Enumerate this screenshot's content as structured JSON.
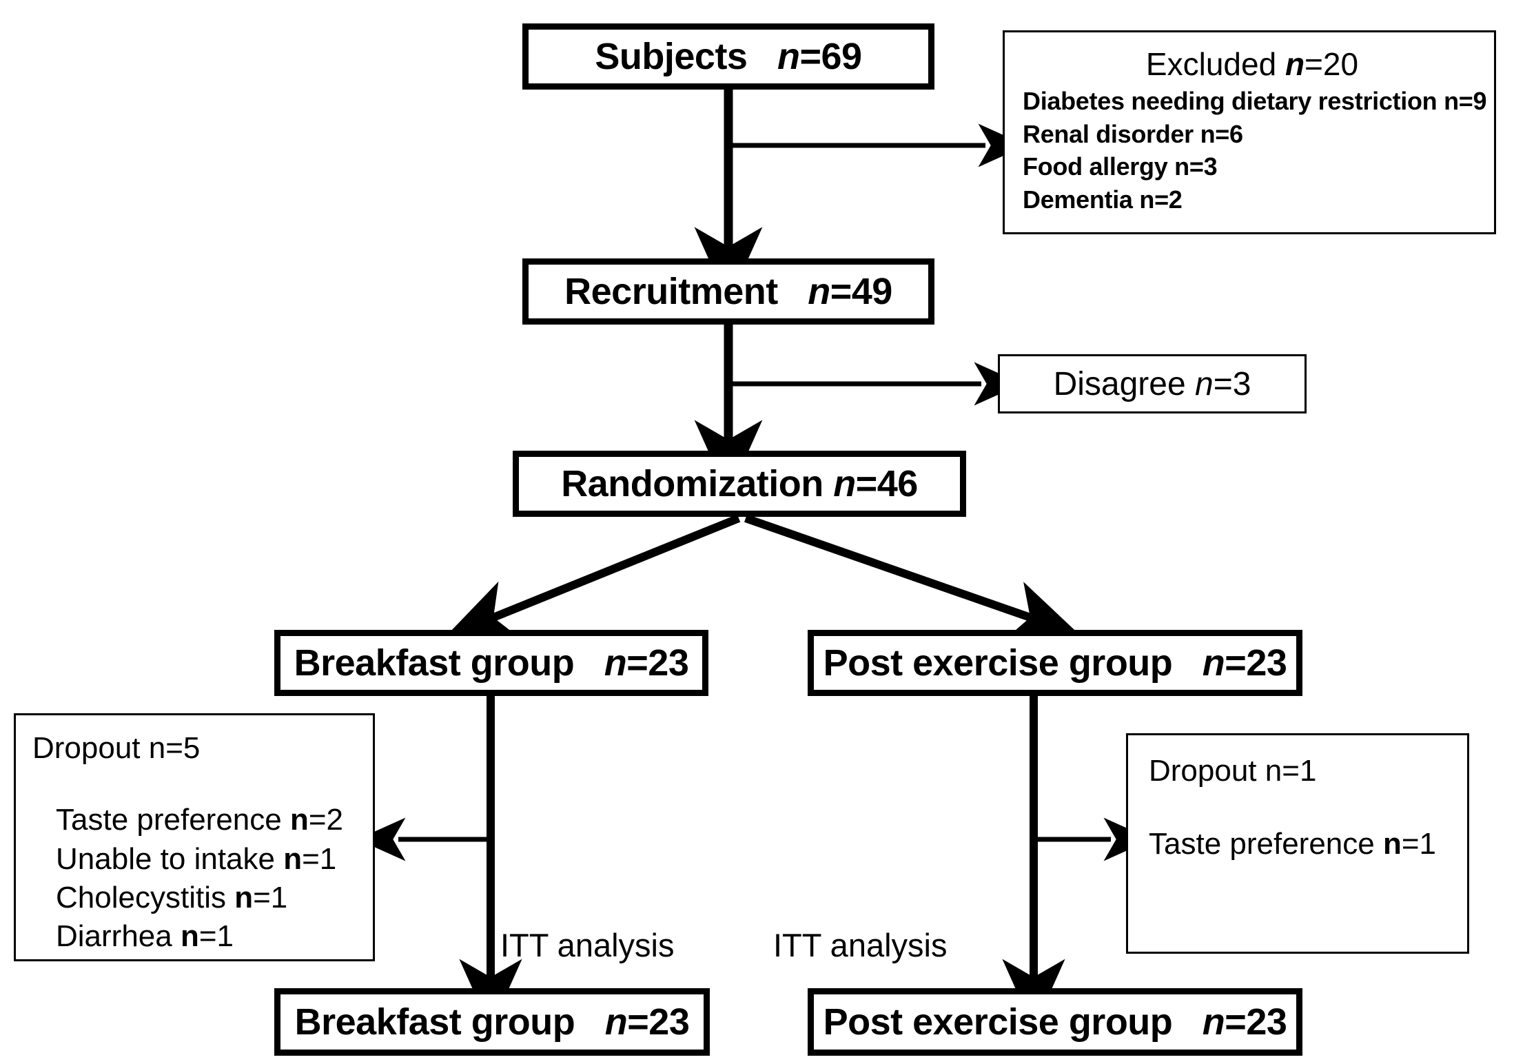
{
  "diagram": {
    "type": "CONSORT participant flow chart",
    "stroke_color": "#000000",
    "background_color": "#ffffff"
  },
  "nodes": {
    "subjects": {
      "label": "Subjects",
      "n_prefix": "n",
      "n_value": "=69",
      "n_text": "n=69"
    },
    "recruitment": {
      "label": "Recruitment",
      "n_prefix": "n",
      "n_value": "=49",
      "n_text": "n=49"
    },
    "randomization": {
      "label": "Randomization",
      "n_prefix": "n",
      "n_value": "=46",
      "n_text": "n=46"
    },
    "breakfast_group": {
      "label": "Breakfast group",
      "n_prefix": "n",
      "n_value": "=23",
      "n_text": "n=23"
    },
    "post_exercise_group": {
      "label": "Post exercise group",
      "n_prefix": "n",
      "n_value": "=23",
      "n_text": "n=23"
    },
    "breakfast_group_itt": {
      "label": "Breakfast group",
      "n_prefix": "n",
      "n_value": "=23",
      "n_text": "n=23"
    },
    "post_exercise_group_itt": {
      "label": "Post exercise group",
      "n_prefix": "n",
      "n_value": "=23",
      "n_text": "n=23"
    }
  },
  "excluded": {
    "heading_label": "Excluded ",
    "heading_n_prefix": "n",
    "heading_n_value": "=20",
    "items": [
      {
        "reason": "Diabetes needing dietary restriction ",
        "n_prefix": "n",
        "n_value": "=9"
      },
      {
        "reason": "Renal disorder  ",
        "n_prefix": "n",
        "n_value": "=6"
      },
      {
        "reason": "Food allergy  ",
        "n_prefix": "n",
        "n_value": "=3"
      },
      {
        "reason": "Dementia ",
        "n_prefix": "n",
        "n_value": "=2"
      }
    ]
  },
  "disagree": {
    "label": "Disagree ",
    "n_prefix": "n",
    "n_value": "=3"
  },
  "dropout_left": {
    "heading": "Dropout n=5",
    "items": [
      {
        "reason": "Taste preference ",
        "n_prefix": "n",
        "n_value": "=2"
      },
      {
        "reason": "Unable to intake ",
        "n_prefix": "n",
        "n_value": "=1"
      },
      {
        "reason": "Cholecystitis ",
        "n_prefix": "n",
        "n_value": "=1"
      },
      {
        "reason": "Diarrhea ",
        "n_prefix": "n",
        "n_value": "=1"
      }
    ]
  },
  "dropout_right": {
    "heading_label": "Dropout ",
    "heading_n_prefix": "n",
    "heading_n_value": "=1",
    "items": [
      {
        "reason": "Taste preference ",
        "n_prefix": "n",
        "n_value": "=1"
      }
    ]
  },
  "annotations": {
    "itt_left": "ITT analysis",
    "itt_right": "ITT analysis"
  },
  "chart_data": {
    "type": "diagram",
    "title": "CONSORT flow diagram",
    "stages": [
      {
        "name": "Subjects",
        "n": 69
      },
      {
        "name": "Excluded",
        "n": 20,
        "breakdown": [
          {
            "reason": "Diabetes needing dietary restriction",
            "n": 9
          },
          {
            "reason": "Renal disorder",
            "n": 6
          },
          {
            "reason": "Food allergy",
            "n": 3
          },
          {
            "reason": "Dementia",
            "n": 2
          }
        ]
      },
      {
        "name": "Recruitment",
        "n": 49
      },
      {
        "name": "Disagree",
        "n": 3
      },
      {
        "name": "Randomization",
        "n": 46
      },
      {
        "name": "Breakfast group",
        "n": 23
      },
      {
        "name": "Post exercise group",
        "n": 23
      },
      {
        "name": "Dropout (Breakfast group)",
        "n": 5,
        "breakdown": [
          {
            "reason": "Taste preference",
            "n": 2
          },
          {
            "reason": "Unable to intake",
            "n": 1
          },
          {
            "reason": "Cholecystitis",
            "n": 1
          },
          {
            "reason": "Diarrhea",
            "n": 1
          }
        ]
      },
      {
        "name": "Dropout (Post exercise group)",
        "n": 1,
        "breakdown": [
          {
            "reason": "Taste preference",
            "n": 1
          }
        ]
      },
      {
        "name": "Breakfast group (ITT analysis)",
        "n": 23
      },
      {
        "name": "Post exercise group (ITT analysis)",
        "n": 23
      }
    ]
  }
}
